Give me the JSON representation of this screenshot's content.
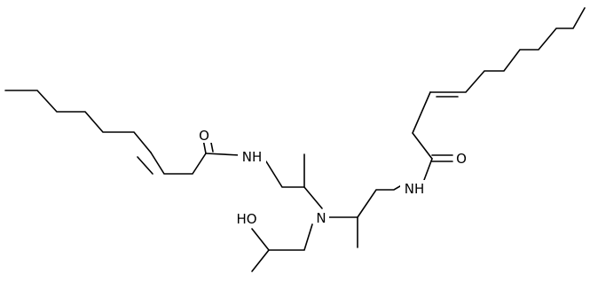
{
  "molecule": {
    "atom_labels": {
      "amide_o_left": "O",
      "amide_n_left": "NH",
      "central_n": "N",
      "hydroxyl": "HO",
      "amide_n_right": "NH",
      "amide_o_right": "O"
    }
  },
  "colors": {
    "bond": "#000000",
    "background": "#ffffff"
  }
}
